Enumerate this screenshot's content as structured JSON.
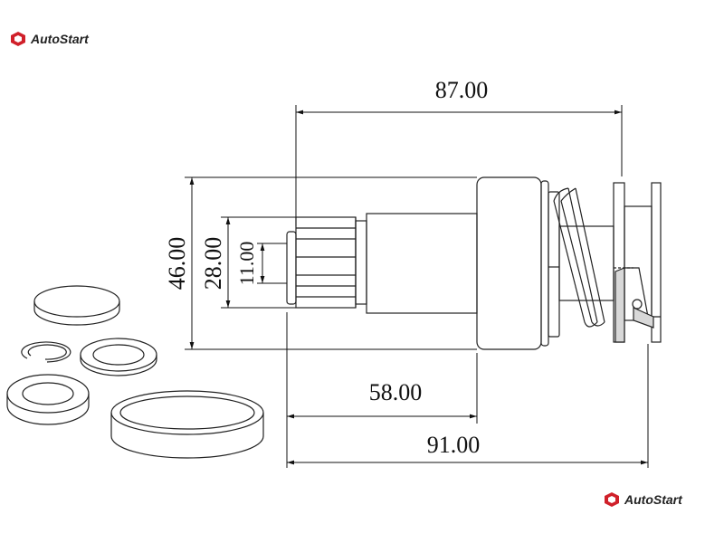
{
  "brand": {
    "name": "AutoStart",
    "color": "#d0202a"
  },
  "dimensions": {
    "overall_length": "87.00",
    "total_length": "91.00",
    "pinion_to_flange": "58.00",
    "outer_diameter": "46.00",
    "pinion_diameter": "28.00",
    "bore_diameter": "11.00"
  },
  "parts": {
    "main": "starter-drive-bendix",
    "accessories": [
      "cap-disc",
      "snap-ring",
      "thrust-washer",
      "bushing-collar",
      "large-ring"
    ]
  }
}
